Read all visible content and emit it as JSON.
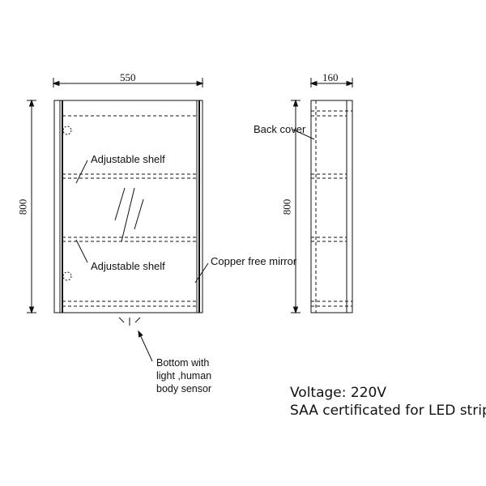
{
  "dimensions": {
    "front_width": "550",
    "front_height": "800",
    "side_depth": "160",
    "side_height": "800"
  },
  "labels": {
    "adjustable_shelf_upper": "Adjustable shelf",
    "adjustable_shelf_lower": "Adjustable shelf",
    "copper_free_mirror": "Copper free mirror",
    "back_cover": "Back cover",
    "bottom_light": "Bottom with\nlight ,human\nbody sensor"
  },
  "specs": {
    "voltage": "Voltage:  220V",
    "certification": "SAA certificated for LED strip"
  }
}
